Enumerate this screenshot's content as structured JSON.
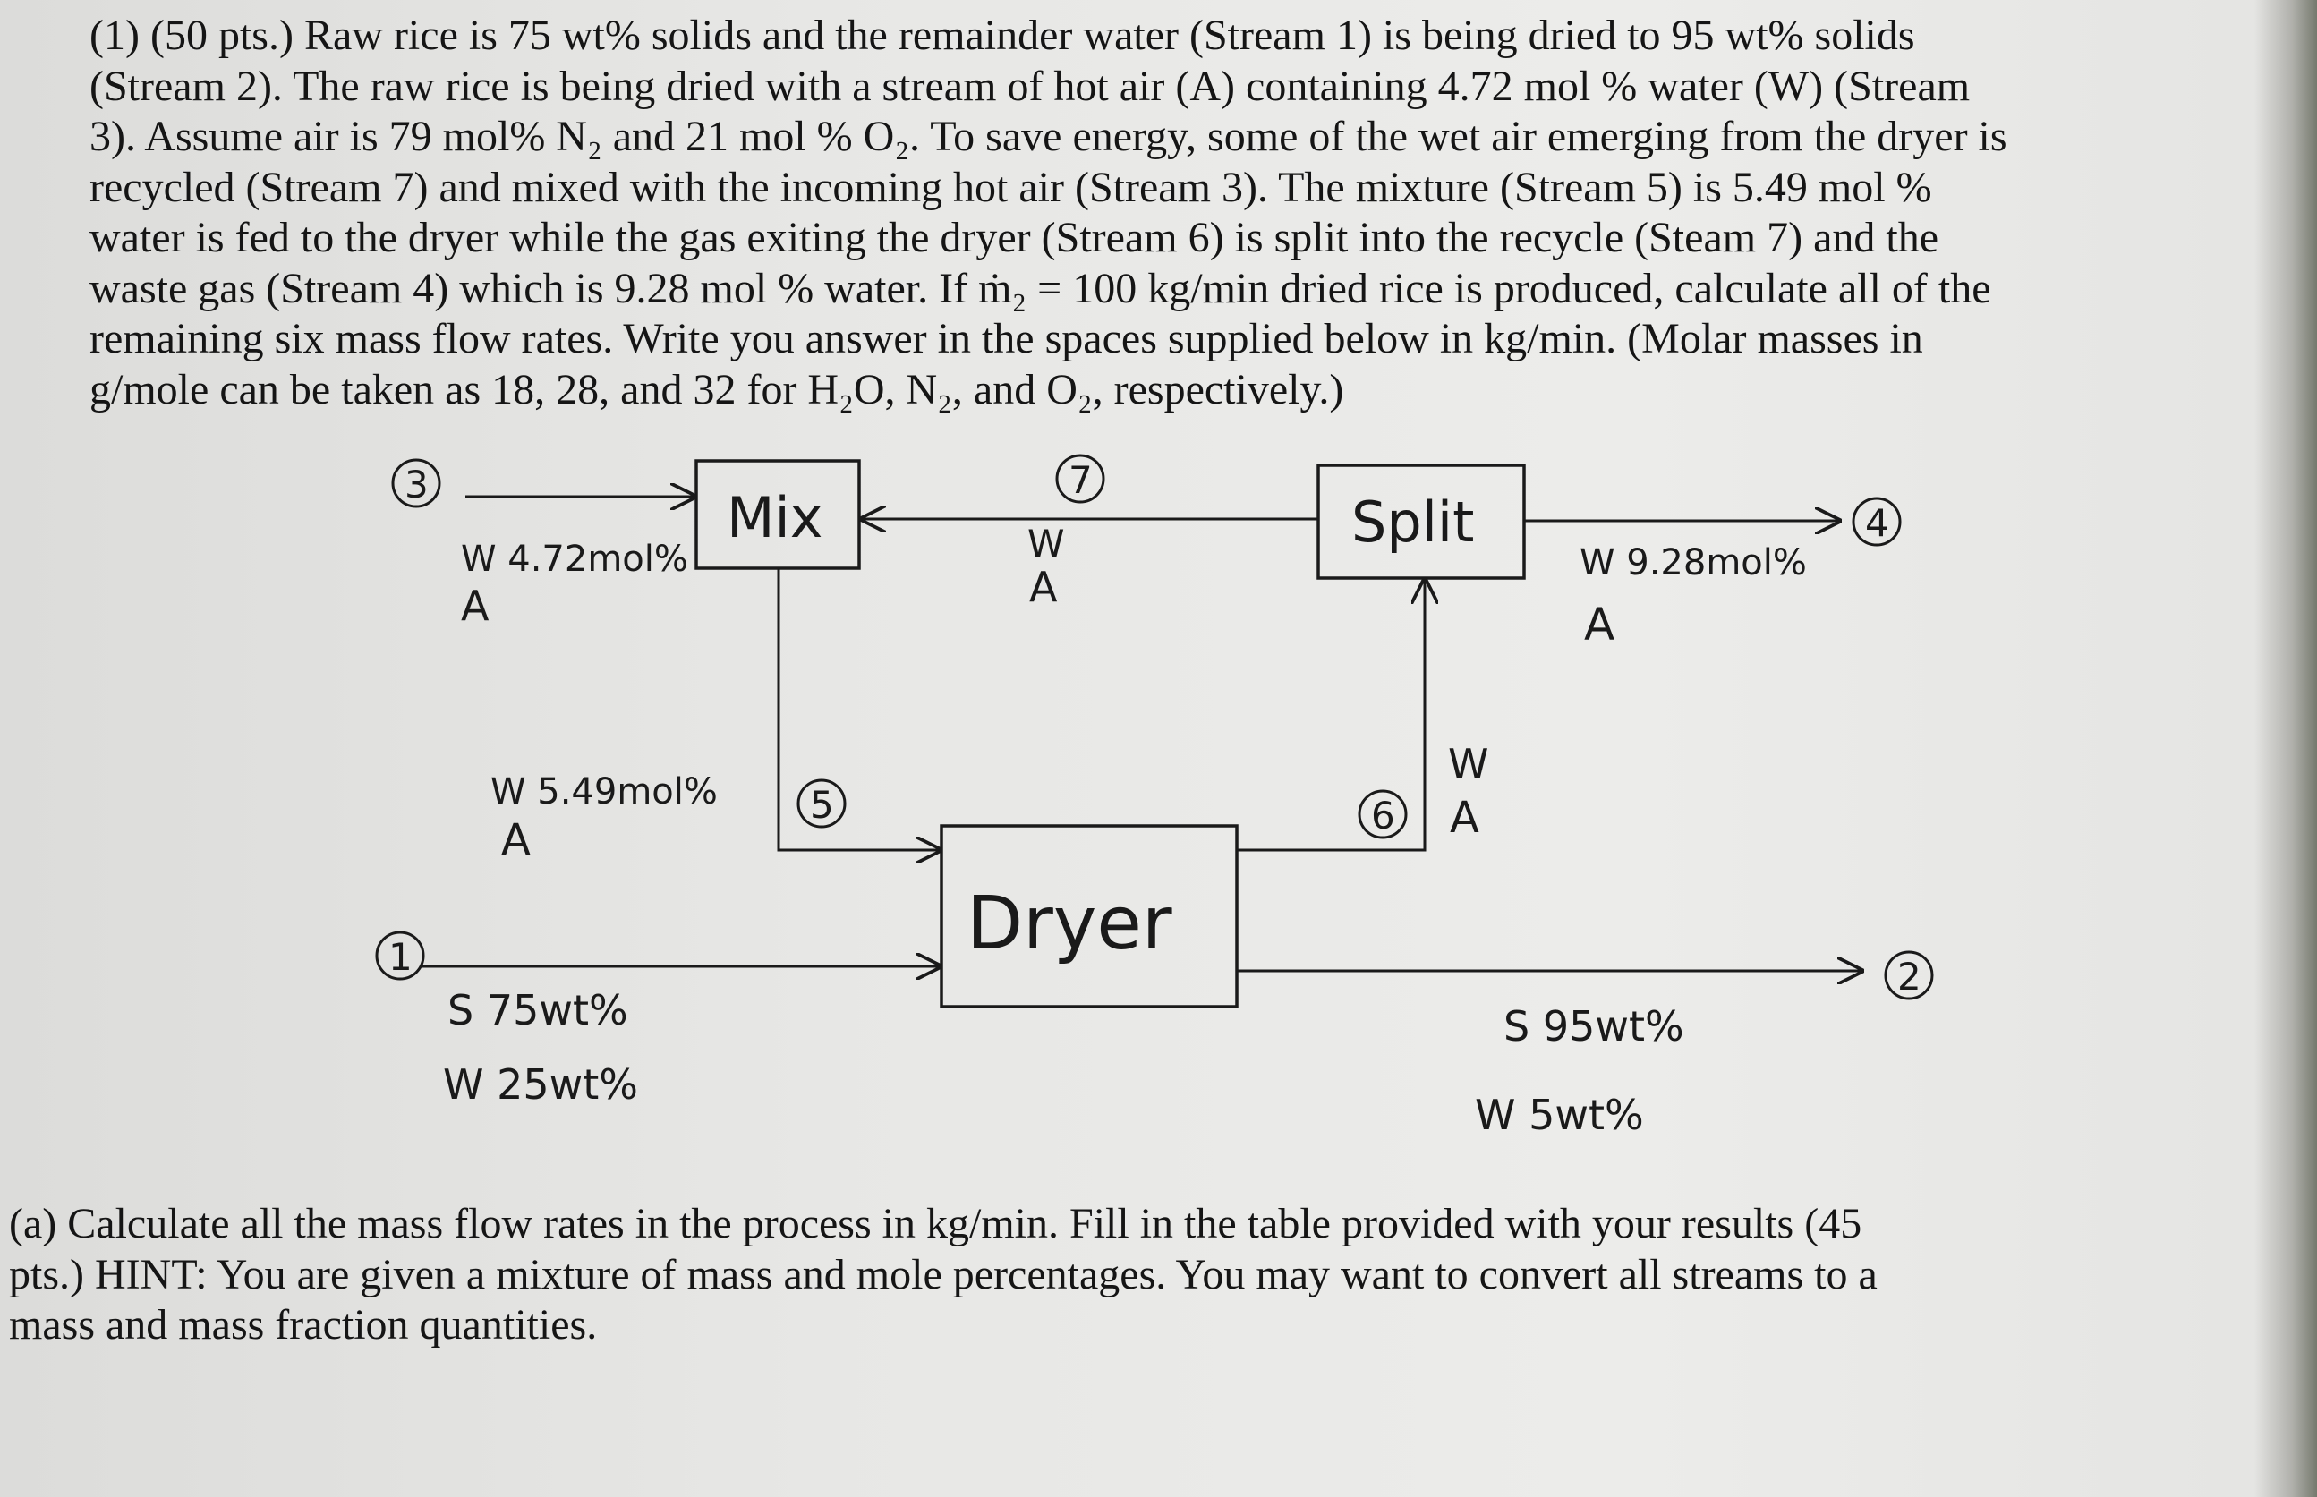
{
  "problem": {
    "lines": [
      "(1) (50 pts.) Raw rice is 75 wt% solids and the remainder water (Stream 1) is being dried to 95 wt% solids",
      "(Stream 2). The raw rice is being dried with a stream of hot air (A) containing 4.72 mol % water (W) (Stream",
      "3). Assume air is 79 mol% N₂ and 21 mol % O₂. To save energy, some of the wet air emerging from the dryer is",
      "recycled (Stream 7) and mixed with the incoming hot air (Stream 3). The mixture (Stream 5) is 5.49 mol %",
      "water is fed to the dryer while the gas exiting the dryer (Stream 6) is split into the recycle (Steam 7) and the",
      "waste gas (Stream 4) which is 9.28 mol % water. If ṁ₂ = 100 kg/min dried rice is produced, calculate all of the",
      "remaining six mass flow rates. Write you answer in the spaces supplied below in kg/min. (Molar masses in",
      "g/mole can be taken as 18, 28, and 32 for H₂O, N₂, and O₂, respectively.)"
    ]
  },
  "diagram": {
    "units": {
      "mix": "Mix",
      "split": "Split",
      "dryer": "Dryer"
    },
    "streams": {
      "s1": {
        "number": "1",
        "labels": [
          "S 75wt%",
          "W 25wt%"
        ]
      },
      "s2": {
        "number": "2",
        "labels": [
          "S 95wt%",
          "W 5wt%"
        ]
      },
      "s3": {
        "number": "3",
        "labels": [
          "W 4.72mol%",
          "A"
        ]
      },
      "s4": {
        "number": "4",
        "labels": [
          "W 9.28mol%",
          "A"
        ]
      },
      "s5": {
        "number": "5",
        "labels": [
          "W 5.49mol%",
          "A"
        ]
      },
      "s6": {
        "number": "6",
        "labels": [
          "W",
          "A"
        ]
      },
      "s7": {
        "number": "7",
        "labels": [
          "W",
          "A"
        ]
      }
    }
  },
  "question_a": {
    "lines": [
      "(a) Calculate all the mass flow rates in the process in kg/min. Fill in the table provided with your results (45",
      "pts.) HINT: You are given a mixture of mass and mole percentages. You may want to convert all streams to a",
      "mass and mass fraction quantities."
    ]
  },
  "colors": {
    "paper": "#e9e9e7",
    "ink": "#151515"
  }
}
